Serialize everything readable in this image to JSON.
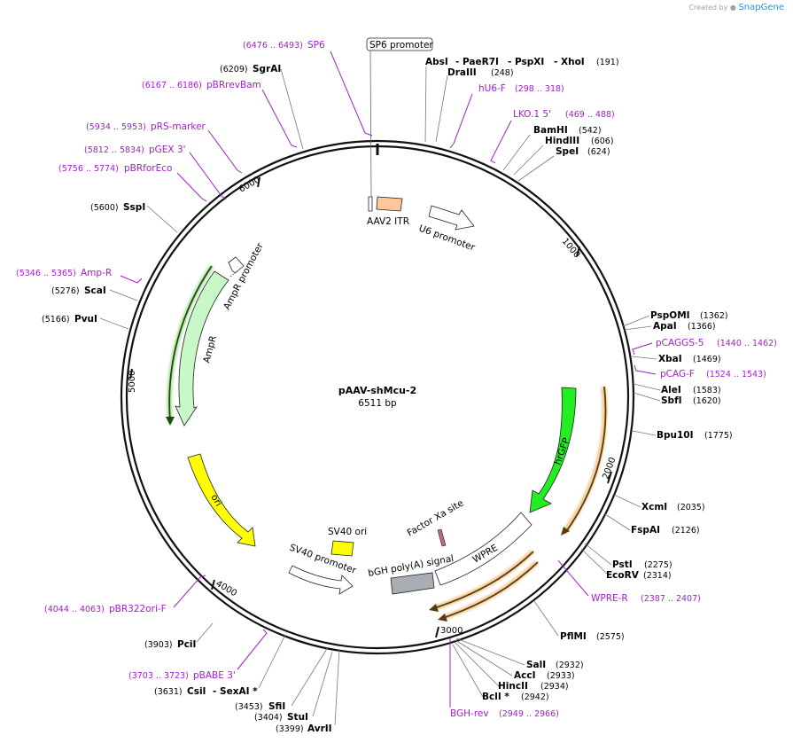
{
  "credit": {
    "created_by": "Created by",
    "brand": "SnapGene"
  },
  "plasmid": {
    "name": "pAAV-shMcu-2",
    "size": "6511 bp"
  },
  "ticks": [
    "1000",
    "2000",
    "3000",
    "4000",
    "5000",
    "6000"
  ],
  "features": {
    "aav2_itr": "AAV2 ITR",
    "u6": "U6 promoter",
    "ampr_promoter": "AmpR promoter",
    "ampr": "AmpR",
    "ori": "ori",
    "sv40_ori": "SV40 ori",
    "sv40_promoter": "SV40 promoter",
    "bgh": "bGH poly(A) signal",
    "factor_xa": "Factor Xa site",
    "wpre": "WPRE",
    "hrgfp": "hrGFP",
    "sp6_promoter": "SP6 promoter"
  },
  "enzymes": {
    "absi": "AbsI",
    "paer7i": "- PaeR7I",
    "pspxi": "- PspXI",
    "xhoi": "- XhoI",
    "xhoi_pos": "(191)",
    "draiii": "DraIII",
    "draiii_pos": "(248)",
    "bamhi": "BamHI",
    "bamhi_pos": "(542)",
    "hindiii": "HindIII",
    "hindiii_pos": "(606)",
    "spei": "SpeI",
    "spei_pos": "(624)",
    "pspomi": "PspOMI",
    "pspomi_pos": "(1362)",
    "apai": "ApaI",
    "apai_pos": "(1366)",
    "xbai": "XbaI",
    "xbai_pos": "(1469)",
    "alei": "AleI",
    "alei_pos": "(1583)",
    "sbfi": "SbfI",
    "sbfi_pos": "(1620)",
    "bpu10i": "Bpu10I",
    "bpu10i_pos": "(1775)",
    "xcmi": "XcmI",
    "xcmi_pos": "(2035)",
    "fspai": "FspAI",
    "fspai_pos": "(2126)",
    "psti": "PstI",
    "psti_pos": "(2275)",
    "ecorv": "EcoRV",
    "ecorv_pos": "(2314)",
    "pflmi": "PflMI",
    "pflmi_pos": "(2575)",
    "sali": "SalI",
    "sali_pos": "(2932)",
    "acci": "AccI",
    "acci_pos": "(2933)",
    "hincii": "HincII",
    "hincii_pos": "(2934)",
    "bcli": "BclI *",
    "bcli_pos": "(2942)",
    "avrii": "AvrII",
    "avrii_pos": "(3399)",
    "stui": "StuI",
    "stui_pos": "(3404)",
    "sfii": "SfiI",
    "sfii_pos": "(3453)",
    "csii": "CsiI",
    "sexai": "- SexAI *",
    "csii_pos": "(3631)",
    "pcii": "PciI",
    "pcii_pos": "(3903)",
    "pvui": "PvuI",
    "pvui_pos": "(5166)",
    "scai": "ScaI",
    "scai_pos": "(5276)",
    "sspi": "SspI",
    "sspi_pos": "(5600)",
    "sgrai": "SgrAI",
    "sgrai_pos": "(6209)"
  },
  "primers": {
    "sp6": "SP6",
    "sp6_pos": "(6476 .. 6493)",
    "pbrrevbam": "pBRrevBam",
    "pbrrevbam_pos": "(6167 .. 6186)",
    "prs_marker": "pRS-marker",
    "prs_marker_pos": "(5934 .. 5953)",
    "pgex3": "pGEX 3'",
    "pgex3_pos": "(5812 .. 5834)",
    "pbrforeco": "pBRforEco",
    "pbrforeco_pos": "(5756 .. 5774)",
    "ampr_p": "Amp-R",
    "ampr_p_pos": "(5346 .. 5365)",
    "hu6f": "hU6-F",
    "hu6f_pos": "(298 .. 318)",
    "lko15": "LKO.1 5'",
    "lko15_pos": "(469 .. 488)",
    "pcaggs5": "pCAGGS-5",
    "pcaggs5_pos": "(1440 .. 1462)",
    "pcagf": "pCAG-F",
    "pcagf_pos": "(1524 .. 1543)",
    "wprer": "WPRE-R",
    "wprer_pos": "(2387 .. 2407)",
    "bghrev": "BGH-rev",
    "bghrev_pos": "(2949 .. 2966)",
    "pbr322ori": "pBR322ori-F",
    "pbr322ori_pos": "(4044 .. 4063)",
    "pbabe3": "pBABE 3'",
    "pbabe3_pos": "(3703 .. 3723)"
  },
  "colors": {
    "primer": "#a020c8",
    "aav2_itr": "#fdc79a",
    "hrgfp": "#22ee22",
    "ori": "#ffff00",
    "sv40_ori": "#ffff00",
    "ampr": "#c8f8c8",
    "bgh": "#a8aeb4",
    "wpre": "#ffffff",
    "u6": "#ffffff"
  }
}
